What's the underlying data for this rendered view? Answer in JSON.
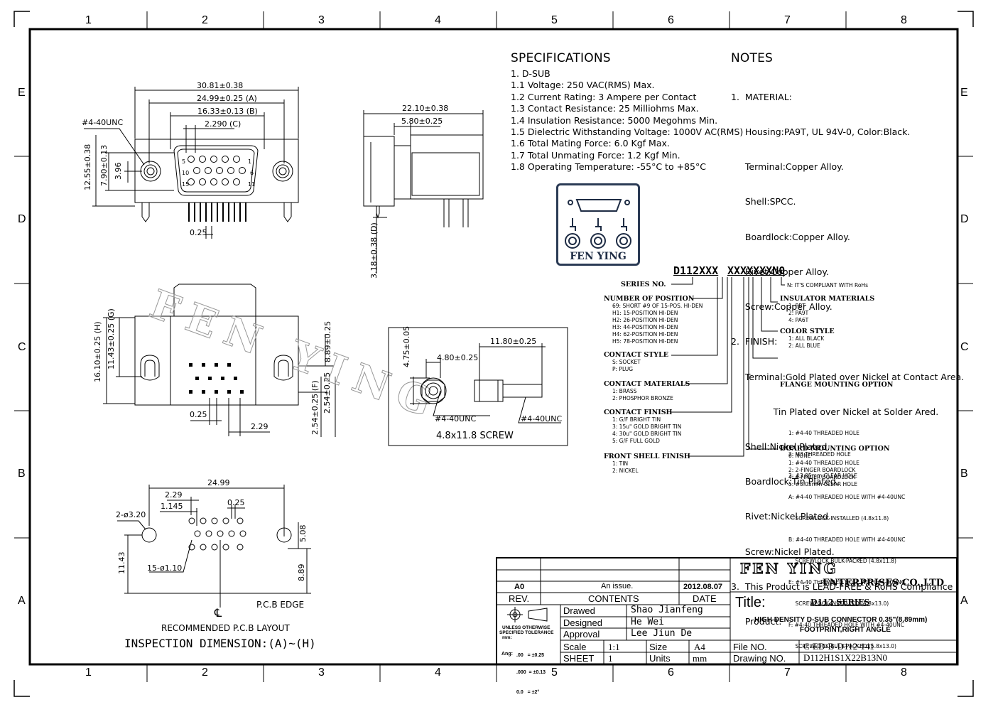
{
  "border": {
    "columns": [
      "1",
      "2",
      "3",
      "4",
      "5",
      "6",
      "7",
      "8"
    ],
    "rows": [
      "E",
      "D",
      "C",
      "B",
      "A"
    ]
  },
  "specifications": {
    "heading": "SPECIFICATIONS",
    "lines": [
      "1. D-SUB",
      "1.1 Voltage: 250 VAC(RMS) Max.",
      "1.2 Current Rating: 3 Ampere per Contact",
      "1.3 Contact Resistance: 25 Milliohms Max.",
      "1.4 Insulation Resistance: 5000 Megohms Min.",
      "1.5 Dielectric Withstanding Voltage: 1000V AC(RMS)",
      "1.6 Total Mating Force: 6.0 Kgf Max.",
      "1.7 Total Unmating Force: 1.2 Kgf Min.",
      "1.8 Operating Temperature: -55°C to +85°C"
    ]
  },
  "notes": {
    "heading": "NOTES",
    "lines": [
      "1.  MATERIAL:",
      "     Housing:PA9T, UL 94V-0, Color:Black.",
      "     Terminal:Copper Alloy.",
      "     Shell:SPCC.",
      "     Boardlock:Copper Alloy.",
      "     Rivet:Copper Alloy.",
      "     Screw:Copper Alloy.",
      "2.  FINISH:",
      "     Terminal:Gold Plated over Nickel at Contact Area.",
      "               Tin Plated over Nickel at Solder Ared.",
      "     Shell:Nickel Plated.",
      "     Boardlock:Tin Plated.",
      "     Rivet:Nickel Plated.",
      "     Screw:Nickel Plated.",
      "3.  This Product is LEAD-FREE & RoHS Compliance",
      "     Product."
    ]
  },
  "logo": {
    "text": "FEN YING"
  },
  "watermark": {
    "text": "FEN YING"
  },
  "part_number": {
    "prefix": "D112XXX",
    "suffix": "XXXXXXXN0"
  },
  "ordering": {
    "series_no": "SERIES NO.",
    "rohs": "N: IT'S COMPLIANT WITH RoHs",
    "left": [
      {
        "title": "NUMBER OF POSITION",
        "items": [
          "69: SHORT #9 OF 15-POS. HI-DEN",
          "H1: 15-POSITION HI-DEN",
          "H2: 26-POSITION HI-DEN",
          "H3: 44-POSITION HI-DEN",
          "H4: 62-POSITION HI-DEN",
          "H5: 78-POSITION HI-DEN"
        ]
      },
      {
        "title": "CONTACT STYLE",
        "items": [
          "S: SOCKET",
          "P: PLUG"
        ]
      },
      {
        "title": "CONTACT MATERIALS",
        "items": [
          "1: BRASS",
          "2: PHOSPHOR BRONZE"
        ]
      },
      {
        "title": "CONTACT FINISH",
        "items": [
          "1: G/F BRIGHT TIN",
          "3: 15u\" GOLD BRIGHT TIN",
          "4: 30u\" GOLD BRIGHT TIN",
          "5: G/F FULL GOLD"
        ]
      },
      {
        "title": "FRONT SHELL FINISH",
        "items": [
          "1: TIN",
          "2: NICKEL"
        ]
      }
    ],
    "right": [
      {
        "title": "INSULATOR MATERIALS",
        "items": [
          "1: PBT",
          "2: PA9T",
          "4: PA6T"
        ]
      },
      {
        "title": "COLOR STYLE",
        "items": [
          "1: ALL BLACK",
          "2: ALL BLUE"
        ]
      },
      {
        "title": "FLANGE MOUNTING OPTION",
        "items": [
          "1: #4-40 THREADED HOLE",
          "2: M3 THREADED HOLE",
          "3: #3.05mm CLEAR HOLE",
          "A: #4-40 THREADED HOLE WITH #4-40UNC",
          "    SCREWLOCK INSTALLED (4.8x11.8)",
          "B: #4-40 THREADED HOLE WITH #4-40UNC",
          "    SCREWLOCK BULK-PACKED (4.8x11.8)",
          "E: #4-40 THREADED HOLE WITH #4-40UNC",
          "    SCREWLOCK INSTALLED (5.8x13.0)",
          "F: #4-40 THREADED HOLE WITH #4-40UNC",
          "    SCREWLOCK BULK-PACKED (5.8x13.0)"
        ]
      },
      {
        "title": "BOARD MOUNTING OPTION",
        "items": [
          "0: NONE",
          "1: #4-40 THREADED HOLE",
          "2: 2-FINGER BOARDLOCK",
          "4: 4-FINGER BOARDLOCK",
          "5: #3.05mm CLEAR HOLE"
        ]
      }
    ]
  },
  "dims": {
    "front": [
      "30.81±0.38",
      "24.99±0.25 (A)",
      "16.33±0.13 (B)",
      "2.290 (C)",
      "#4-40UNC",
      "12.55±0.38",
      "7.90±0.13",
      "3.96",
      "0.25"
    ],
    "side": [
      "22.10±0.38",
      "5.80±0.25",
      "3.18±0.38 (D)"
    ],
    "bottom": [
      "16.10±0.25 (H)",
      "11.43±0.25 (G)",
      "8.89±0.25",
      "2.54±0.25",
      "2.54±0.25 (F)",
      "0.25",
      "2.29"
    ],
    "screw": [
      "4.75±0.05",
      "4.80±0.25",
      "11.80±0.25",
      "#4-40UNC",
      "#4-40UNC",
      "4.8x11.8 SCREW"
    ],
    "pcb": [
      "24.99",
      "2.29",
      "1.145",
      "0.25",
      "2-ø3.20",
      "15-ø1.10",
      "5.08",
      "11.43",
      "8.89",
      "P.C.B EDGE",
      "RECOMMENDED P.C.B LAYOUT"
    ],
    "inspection": "INSPECTION DIMENSION:(A)~(H)"
  },
  "title_block": {
    "rev_value": "A0",
    "rev_content": "An issue.",
    "rev_date": "2012.08.07",
    "rev_label": "REV.",
    "contents_label": "CONTENTS",
    "date_label": "DATE",
    "drawed_label": "Drawed",
    "drawed_by": "Shao Jianfeng",
    "designed_label": "Designed",
    "designed_by": "He Wei",
    "approval_label": "Approval",
    "approval_by": "Lee Jiun De",
    "scale_label": "Scale",
    "scale_value": "1:1",
    "size_label": "Size",
    "size_value": "A4",
    "sheet_label": "SHEET",
    "sheet_value": "1",
    "units_label": "Units",
    "units_value": "mm",
    "tolerance": [
      "UNLESS OTHERWISE",
      "SPECIFIED TOLERANCE",
      "mm:",
      "Ang:"
    ],
    "tolerance_values": [
      ".00   = ±0.25",
      ".000  = ±0.13",
      "0.0   = ±2°"
    ],
    "company": "FEN YING",
    "company_sub": "ENTERPRISES CO.,LTD",
    "title_label": "Title:",
    "series": "D112 SERIES",
    "description_1": "HIGH DENSITY D-SUB CONNECTOR 0.35\"(8.89mm)",
    "description_2": "FOOTPRINT,RIGHT ANGLE",
    "file_label": "File NO.",
    "file_value": "C-ED-B-D112-141",
    "drawing_label": "Drawing NO.",
    "drawing_value": "D112H1S1X22B13N0"
  }
}
